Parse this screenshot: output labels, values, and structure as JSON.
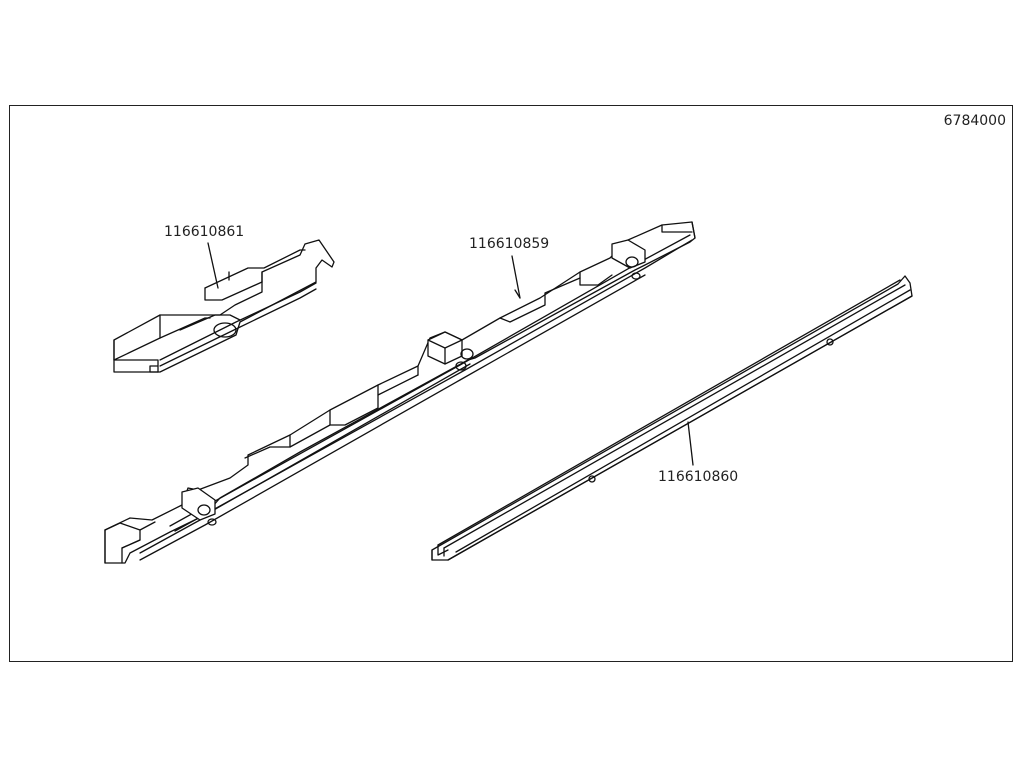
{
  "drawing": {
    "number": "6784000"
  },
  "parts": [
    {
      "id": "part-a",
      "part_number": "116610861"
    },
    {
      "id": "part-b",
      "part_number": "116610859"
    },
    {
      "id": "part-c",
      "part_number": "116610860"
    }
  ]
}
